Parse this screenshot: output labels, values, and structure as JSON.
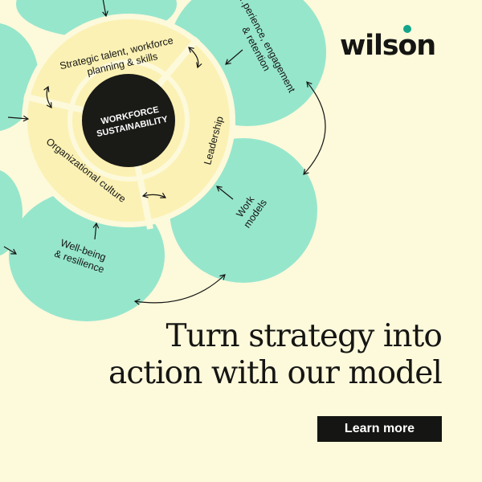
{
  "brand": {
    "logo_text": "wilson",
    "logo_dot_color": "#13a58b"
  },
  "diagram": {
    "center": [
      "WORKFORCE",
      "SUSTAINABILITY"
    ],
    "ring_segments": [
      [
        "Strategic talent, workforce",
        "planning & skills"
      ],
      [
        "Leadership"
      ],
      [
        "Organizational culture"
      ]
    ],
    "outer_petals": {
      "top_right": [
        "…perience, engagement",
        "& retention"
      ],
      "right": [
        "Work",
        "models"
      ],
      "bottom": [
        "Well-being",
        "& resilience"
      ]
    },
    "colors": {
      "petal": "#96e6cc",
      "ring": "#fbf1b4",
      "ring_edge": "#fdf9db",
      "center": "#1a1a17",
      "background": "#fdf9db"
    }
  },
  "headline": "Turn strategy into action with our model",
  "cta": {
    "label": "Learn more"
  }
}
